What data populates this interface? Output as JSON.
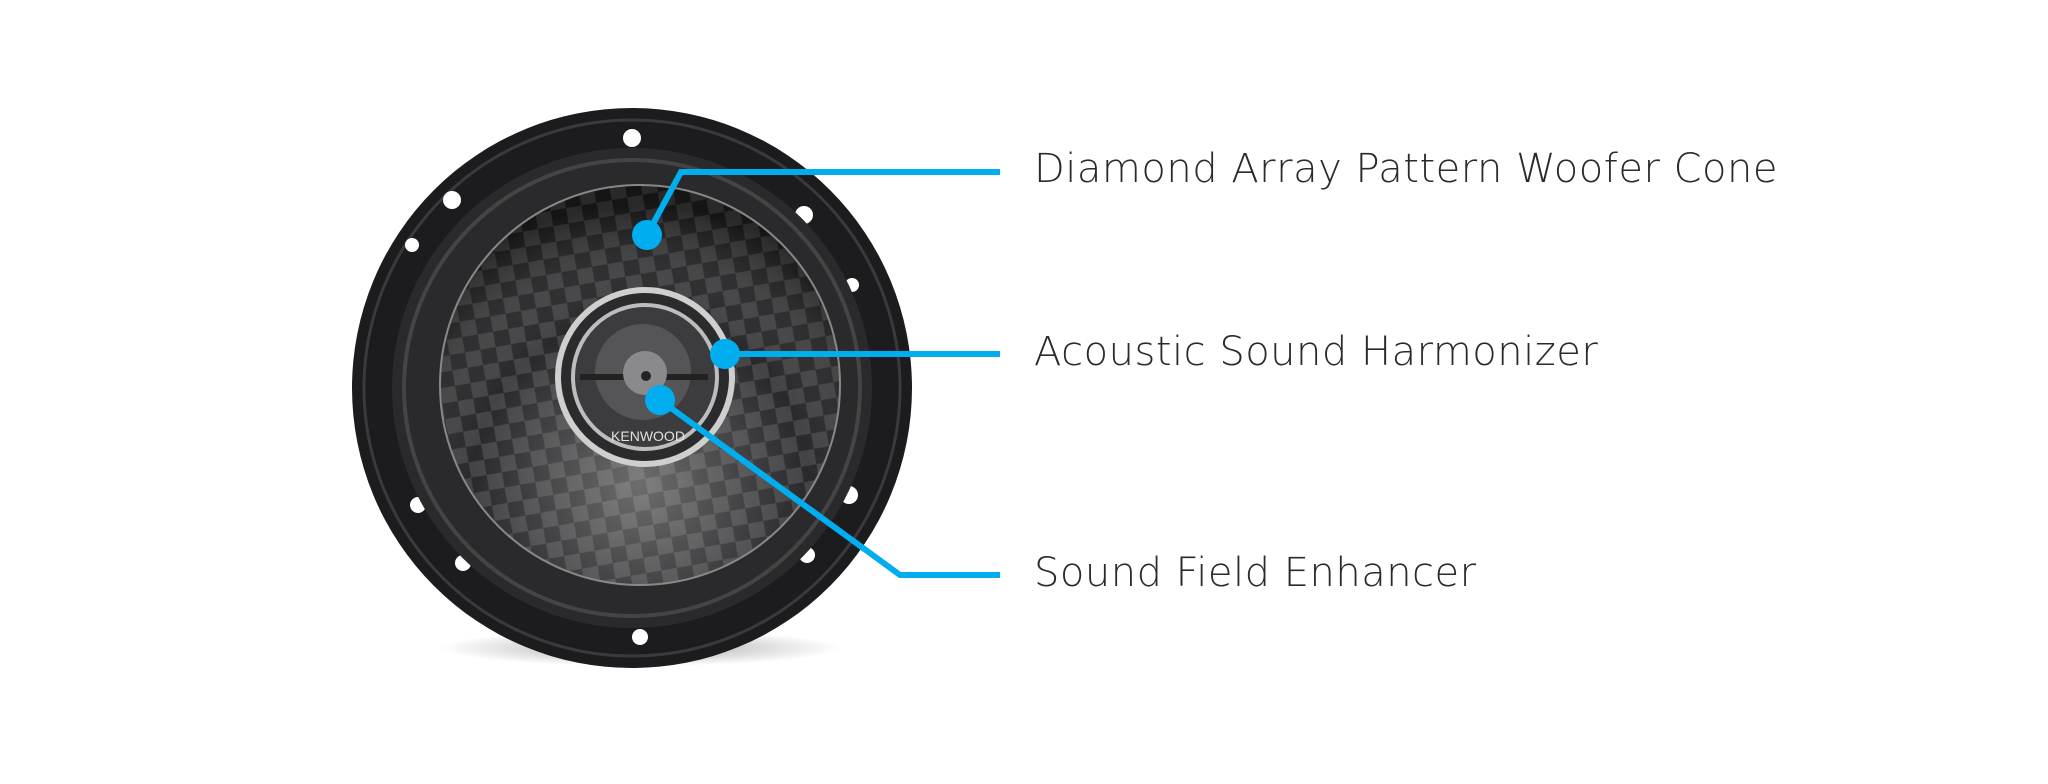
{
  "brand": "KENWOOD",
  "accent_color": "#00AEEF",
  "callouts": [
    {
      "label": "Diamond Array Pattern Woofer Cone"
    },
    {
      "label": "Acoustic Sound Harmonizer"
    },
    {
      "label": "Sound Field Enhancer"
    }
  ]
}
